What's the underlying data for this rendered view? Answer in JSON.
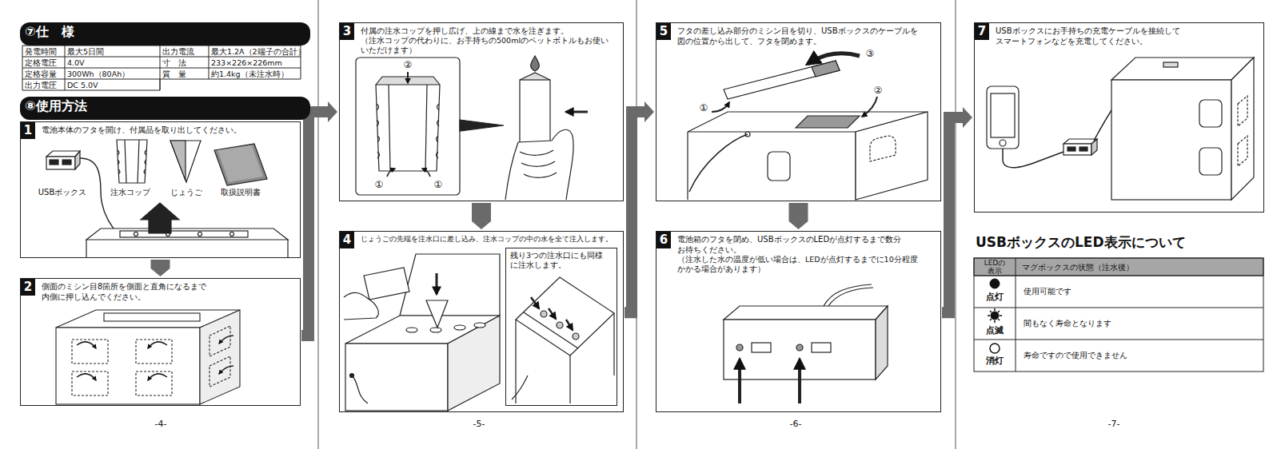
{
  "diagram": {
    "nodes": [
      {
        "text": [
          "⑦仕　様"
        ]
      },
      {
        "text": [
          "⑧使用方法"
        ]
      },
      {
        "text": [
          "1",
          "電池本体のフタを開け、付属品を取り出してください。"
        ]
      },
      {
        "text": [
          "2",
          "側面のミシン目8箇所を側面と直角になるまで 内側に押し込んでください。"
        ]
      },
      {
        "text": [
          "3",
          "付属の注水コップを押し広げ、上の線まで水を注ぎます。",
          "（注水コップの代わりに、お手持ちの500mlのペットボトルもお使い いただけます）"
        ]
      },
      {
        "text": [
          "4",
          "じょうごの先端を注水口に差し込み、注水コップの中の水を全て注入します。"
        ]
      },
      {
        "text": [
          "残り3つの注水口にも同様 に注水します。"
        ],
        "in": 5
      },
      {
        "text": [
          "5",
          "フタの差し込み部分のミシン目を切り、USBボックスのケーブルを 図の位置から出して、フタを閉めます。"
        ]
      },
      {
        "text": [
          "6",
          "電池箱のフタを閉め、USBボックスのLEDが点灯するまで数分 お待ちください。",
          "（注水した水の温度が低い場合は、LEDが点灯するまでに10分程度 かかる場合があります）"
        ]
      },
      {
        "text": [
          "7",
          "USBボックスにお手持ちの充電ケーブルを接続して スマートフォンなどを充電してください。"
        ]
      }
    ],
    "edges": [
      {
        "from": 2,
        "to": 3,
        "arrow": "to"
      },
      {
        "from": 3,
        "to": 4,
        "arrow": "to"
      },
      {
        "from": 4,
        "to": 5,
        "arrow": "to"
      },
      {
        "from": 5,
        "to": 7,
        "arrow": "to"
      },
      {
        "from": 7,
        "to": 8,
        "arrow": "to"
      },
      {
        "from": 8,
        "to": 9,
        "arrow": "to"
      }
    ],
    "labels": [
      "発電時間",
      "最大5日間",
      "出力電流",
      "最大1.2A（2端子の合計）",
      "定格電圧",
      "4.0V",
      "寸　法",
      "233×226×226mm",
      "定格容量",
      "300Wh（80Ah）",
      "質　量",
      "約1.4kg（未注水時）",
      "出力電圧",
      "DC 5.0V",
      "USBボックス",
      "注水コップ",
      "じょうご",
      "取扱説明書",
      "②",
      "①",
      "①",
      "③",
      "②",
      "①",
      "USBボックスのLED表示について",
      "LEDの 表示",
      "マグボックスの状態（注水後）",
      "点灯",
      "使用可能です",
      "点滅",
      "間もなく寿命となります",
      "消灯",
      "寿命ですので使用できません",
      "-4-",
      "-5-",
      "-6-",
      "-7-"
    ]
  }
}
